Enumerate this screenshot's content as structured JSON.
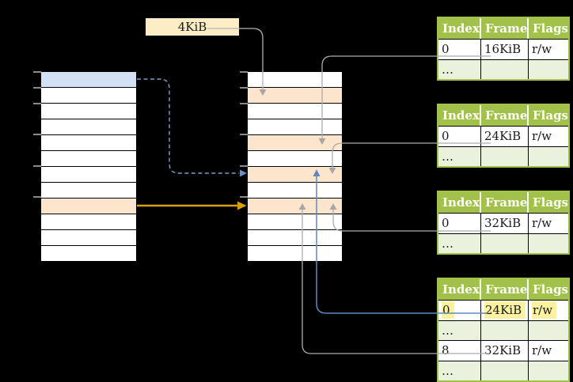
{
  "page_size_label": "4KiB",
  "colors": {
    "background": "#000000",
    "table_header_green": "#A1C14A",
    "table_row_light_green": "#EAF1DC",
    "memory_cell_orange": "#FCE5CD",
    "memory_cell_blue": "#D3E1F5",
    "label_box_cream": "#FCEDC5",
    "highlight_yellow": "#FBF2A0",
    "arrow_gray": "#ACACAC",
    "arrow_blue_solid": "#6687BE",
    "arrow_blue_dashed": "#7E9CCB",
    "arrow_gold": "#D9A005"
  },
  "virtual_memory": {
    "rows": [
      {
        "variant": "blue"
      },
      {
        "variant": "white"
      },
      {
        "variant": "white"
      },
      {
        "variant": "white"
      },
      {
        "variant": "white"
      },
      {
        "variant": "white"
      },
      {
        "variant": "white"
      },
      {
        "variant": "white"
      },
      {
        "variant": "orange"
      },
      {
        "variant": "white"
      },
      {
        "variant": "white"
      },
      {
        "variant": "white"
      }
    ]
  },
  "physical_memory": {
    "rows": [
      {
        "variant": "white"
      },
      {
        "variant": "orange"
      },
      {
        "variant": "white"
      },
      {
        "variant": "white"
      },
      {
        "variant": "orange"
      },
      {
        "variant": "white"
      },
      {
        "variant": "orange"
      },
      {
        "variant": "white"
      },
      {
        "variant": "orange"
      },
      {
        "variant": "white"
      },
      {
        "variant": "white"
      },
      {
        "variant": "white"
      }
    ]
  },
  "page_tables": [
    {
      "headers": {
        "index": "Index",
        "frame": "Frame",
        "flags": "Flags"
      },
      "rows": [
        {
          "index": "0",
          "frame": "16KiB",
          "flags": "r/w",
          "variant": "white",
          "highlight": false
        },
        {
          "index": "…",
          "frame": "",
          "flags": "",
          "variant": "green",
          "highlight": false
        }
      ]
    },
    {
      "headers": {
        "index": "Index",
        "frame": "Frame",
        "flags": "Flags"
      },
      "rows": [
        {
          "index": "0",
          "frame": "24KiB",
          "flags": "r/w",
          "variant": "white",
          "highlight": false
        },
        {
          "index": "…",
          "frame": "",
          "flags": "",
          "variant": "green",
          "highlight": false
        }
      ]
    },
    {
      "headers": {
        "index": "Index",
        "frame": "Frame",
        "flags": "Flags"
      },
      "rows": [
        {
          "index": "0",
          "frame": "32KiB",
          "flags": "r/w",
          "variant": "white",
          "highlight": false
        },
        {
          "index": "…",
          "frame": "",
          "flags": "",
          "variant": "green",
          "highlight": false
        }
      ]
    },
    {
      "headers": {
        "index": "Index",
        "frame": "Frame",
        "flags": "Flags"
      },
      "rows": [
        {
          "index": "0",
          "frame": "24KiB",
          "flags": "r/w",
          "variant": "white",
          "highlight": true
        },
        {
          "index": "…",
          "frame": "",
          "flags": "",
          "variant": "green",
          "highlight": false
        },
        {
          "index": "8",
          "frame": "32KiB",
          "flags": "r/w",
          "variant": "white",
          "highlight": false
        },
        {
          "index": "…",
          "frame": "",
          "flags": "",
          "variant": "green",
          "highlight": false
        }
      ]
    }
  ]
}
